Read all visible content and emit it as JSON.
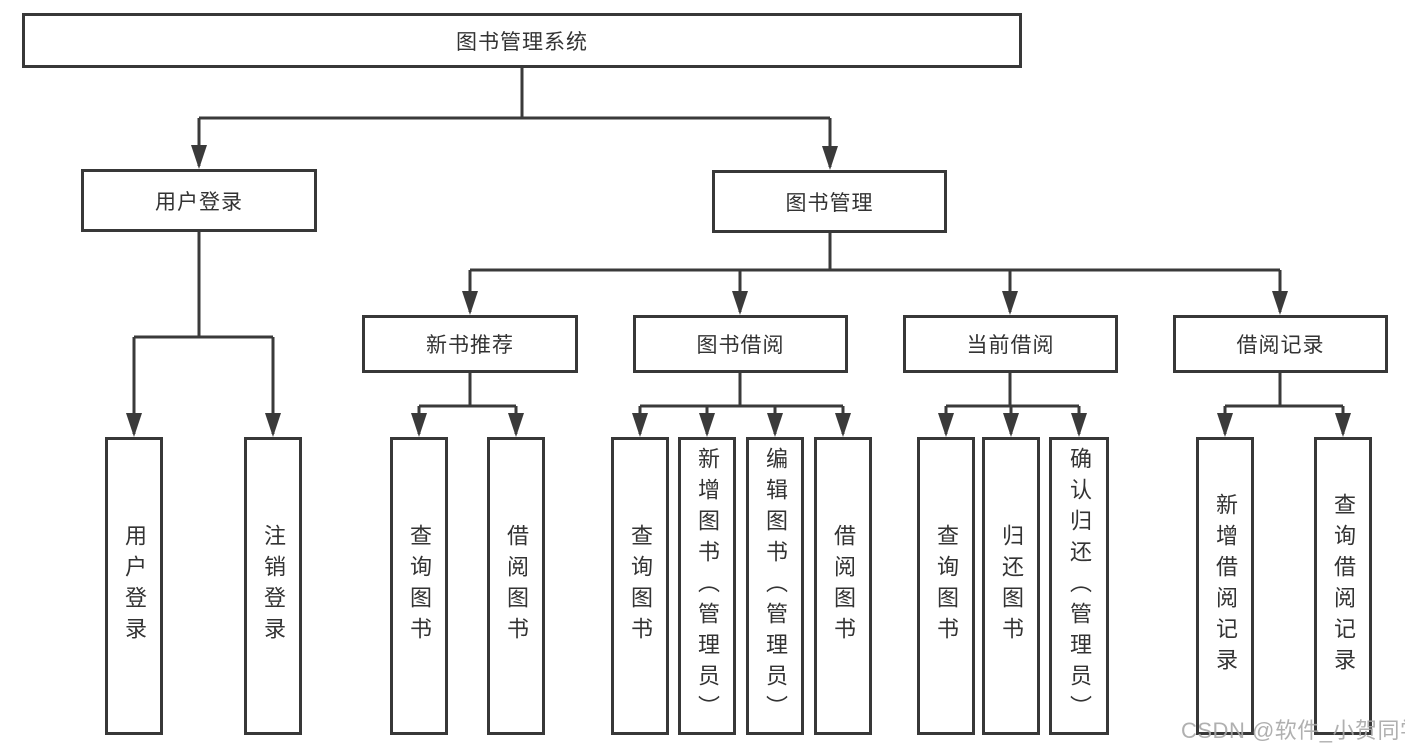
{
  "tree": {
    "root": {
      "label": "图书管理系统"
    },
    "branches": [
      {
        "label": "用户登录",
        "children": [
          {
            "label": "用户登录"
          },
          {
            "label": "注销登录"
          }
        ]
      },
      {
        "label": "图书管理",
        "sections": [
          {
            "label": "新书推荐",
            "children": [
              {
                "label": "查询图书"
              },
              {
                "label": "借阅图书"
              }
            ]
          },
          {
            "label": "图书借阅",
            "children": [
              {
                "label": "查询图书"
              },
              {
                "label": "新增图书（管理员）"
              },
              {
                "label": "编辑图书（管理员）"
              },
              {
                "label": "借阅图书"
              }
            ]
          },
          {
            "label": "当前借阅",
            "children": [
              {
                "label": "查询图书"
              },
              {
                "label": "归还图书"
              },
              {
                "label": "确认归还（管理员）"
              }
            ]
          },
          {
            "label": "借阅记录",
            "children": [
              {
                "label": "新增借阅记录"
              },
              {
                "label": "查询借阅记录"
              }
            ]
          }
        ]
      }
    ]
  },
  "watermark": {
    "text": "CSDN @软件_小贺同学"
  },
  "colors": {
    "line": "#3a3a3a",
    "box_border": "#383838",
    "text": "#333333",
    "watermark": "#a8a8a8",
    "background": "#ffffff"
  }
}
